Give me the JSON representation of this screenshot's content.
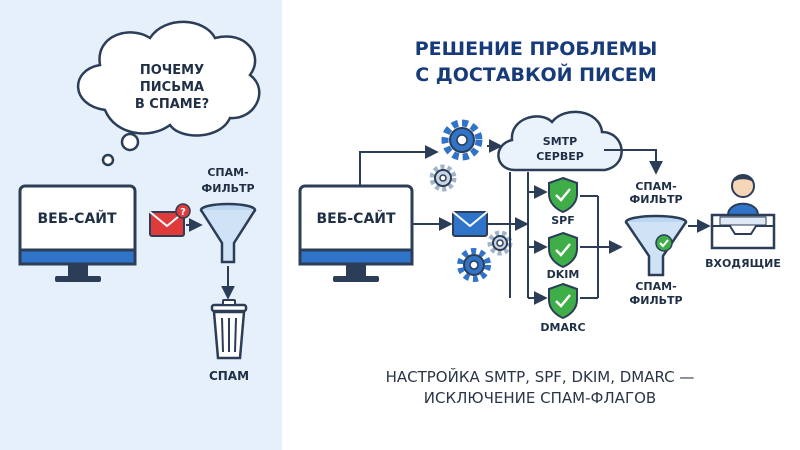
{
  "left_panel": {
    "thought": [
      "ПОЧЕМУ",
      "ПИСЬМА",
      "В СПАМЕ?"
    ],
    "website_label": "ВЕБ-САЙТ",
    "filter_label": [
      "СПАМ-",
      "ФИЛЬТР"
    ],
    "spam_label": "СПАМ"
  },
  "right_panel": {
    "title": [
      "РЕШЕНИЕ ПРОБЛЕМЫ",
      "С ДОСТАВКОЙ ПИСЕМ"
    ],
    "website_label": "ВЕБ-САЙТ",
    "smtp_label": [
      "SMTP",
      "СЕРВЕР"
    ],
    "checks": [
      "SPF",
      "DKIM",
      "DMARC"
    ],
    "filter_top_label": [
      "СПАМ-",
      "ФИЛЬТР"
    ],
    "filter_bottom_label": [
      "СПАМ-",
      "ФИЛЬТР"
    ],
    "inbox_label": "ВХОДЯЩИЕ",
    "subtitle": [
      "НАСТРОЙКА SMTP, SPF, DKIM, DMARC —",
      "ИСКЛЮЧЕНИЕ СПАМ-ФЛАГОВ"
    ]
  },
  "colors": {
    "left_bg": "#e6f0fb",
    "outline": "#2c3e57",
    "accent_blue": "#2f74c8",
    "shield_green": "#3fae49",
    "alert_red": "#e03b3b",
    "title_blue": "#173b78"
  }
}
